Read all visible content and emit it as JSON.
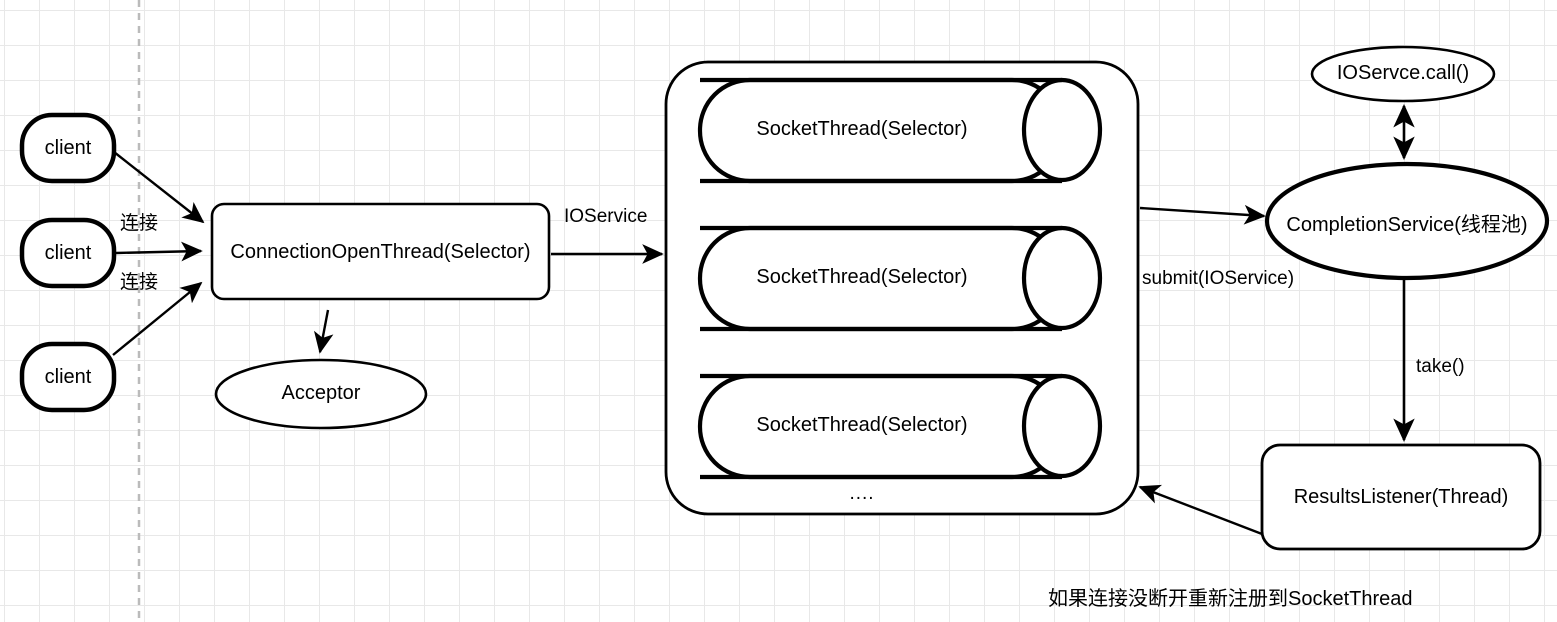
{
  "diagram": {
    "title_note": "如果连接没断开重新注册到SocketThread",
    "colors": {
      "stroke": "#000000",
      "fill": "#ffffff",
      "grid_minor": "#e8e8e8",
      "grid_major": "#cfcfcf",
      "page_break": "#bbbbbb",
      "text": "#000000"
    },
    "clients": [
      {
        "label": "client"
      },
      {
        "label": "client"
      },
      {
        "label": "client"
      }
    ],
    "nodes": {
      "connection_open_thread": "ConnectionOpenThread(Selector)",
      "acceptor": "Acceptor",
      "socket_threads": [
        "SocketThread(Selector)",
        "SocketThread(Selector)",
        "SocketThread(Selector)"
      ],
      "more_threads": "....",
      "io_service_call": "IOServce.call()",
      "completion_service": "CompletionService(线程池)",
      "results_listener": "ResultsListener(Thread)"
    },
    "edge_labels": {
      "connect_1": "连接",
      "connect_2": "连接",
      "io_service": "IOService",
      "submit": "submit(IOService)",
      "take": "take()"
    }
  }
}
